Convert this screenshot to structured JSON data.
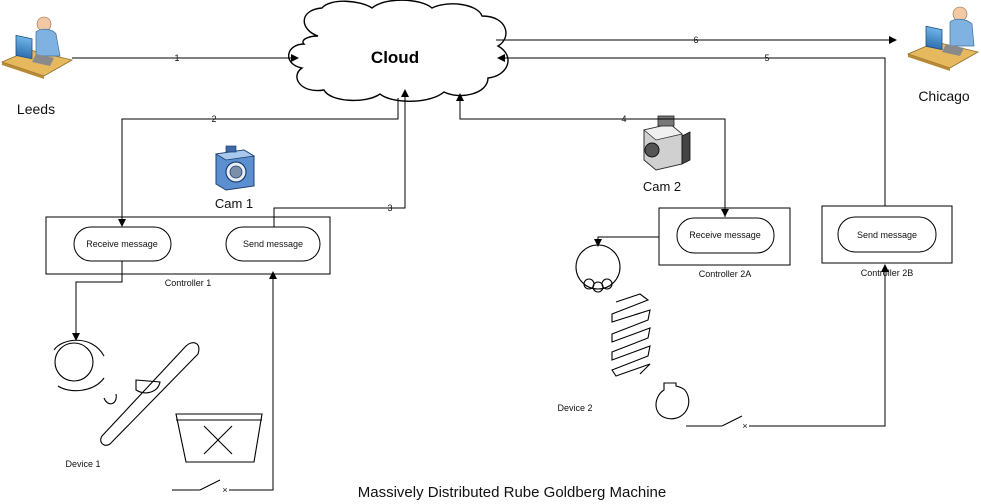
{
  "cloud": {
    "label": "Cloud"
  },
  "locations": {
    "leeds": "Leeds",
    "chicago": "Chicago"
  },
  "cameras": {
    "cam1": "Cam 1",
    "cam2": "Cam 2"
  },
  "controllers": {
    "c1": {
      "name": "Controller 1",
      "receive": "Receive message",
      "send": "Send message"
    },
    "c2a": {
      "name": "Controller 2A",
      "receive": "Receive message"
    },
    "c2b": {
      "name": "Controller 2B",
      "send": "Send message"
    }
  },
  "devices": {
    "d1": "Device 1",
    "d2": "Device 2"
  },
  "flows": {
    "f1": "1",
    "f2": "2",
    "f3": "3",
    "f4": "4",
    "f5": "5",
    "f6": "6"
  },
  "title": "Massively Distributed Rube Goldberg Machine"
}
